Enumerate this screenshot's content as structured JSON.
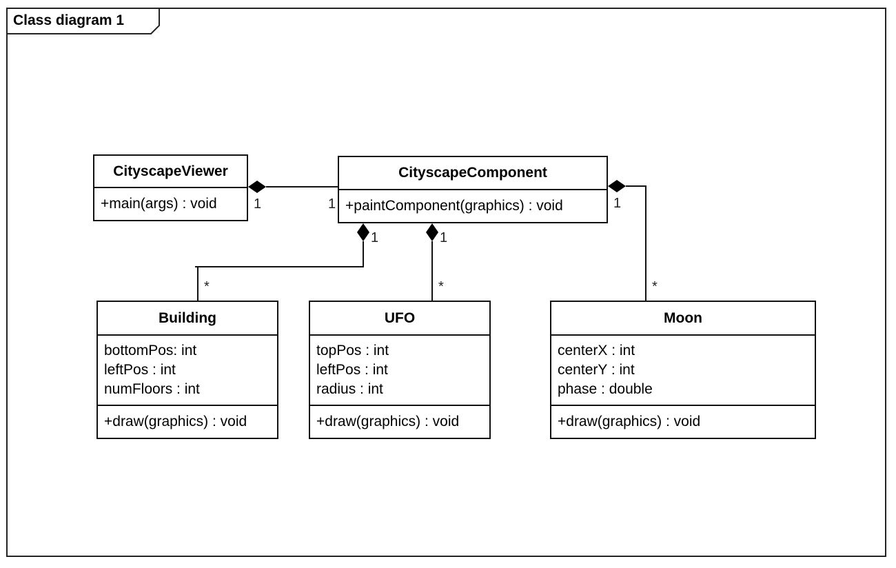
{
  "frame": {
    "title": "Class diagram 1"
  },
  "classes": {
    "viewer": {
      "name": "CityscapeViewer",
      "operations": [
        "+main(args) : void"
      ]
    },
    "component": {
      "name": "CityscapeComponent",
      "operations": [
        "+paintComponent(graphics) : void"
      ]
    },
    "building": {
      "name": "Building",
      "attributes": [
        "bottomPos: int",
        "leftPos : int",
        "numFloors : int"
      ],
      "operations": [
        "+draw(graphics) : void"
      ]
    },
    "ufo": {
      "name": "UFO",
      "attributes": [
        "topPos : int",
        "leftPos : int",
        "radius : int"
      ],
      "operations": [
        "+draw(graphics) : void"
      ]
    },
    "moon": {
      "name": "Moon",
      "attributes": [
        "centerX : int",
        "centerY : int",
        "phase : double"
      ],
      "operations": [
        "+draw(graphics) : void"
      ]
    }
  },
  "associations": [
    {
      "kind": "composition",
      "whole": "CityscapeViewer",
      "part": "CityscapeComponent",
      "whole_multiplicity": "1",
      "part_multiplicity": "1"
    },
    {
      "kind": "composition",
      "whole": "CityscapeComponent",
      "part": "Building",
      "whole_multiplicity": "1",
      "part_multiplicity": "*"
    },
    {
      "kind": "composition",
      "whole": "CityscapeComponent",
      "part": "UFO",
      "whole_multiplicity": "1",
      "part_multiplicity": "*"
    },
    {
      "kind": "composition",
      "whole": "CityscapeComponent",
      "part": "Moon",
      "whole_multiplicity": "1",
      "part_multiplicity": "*"
    }
  ]
}
